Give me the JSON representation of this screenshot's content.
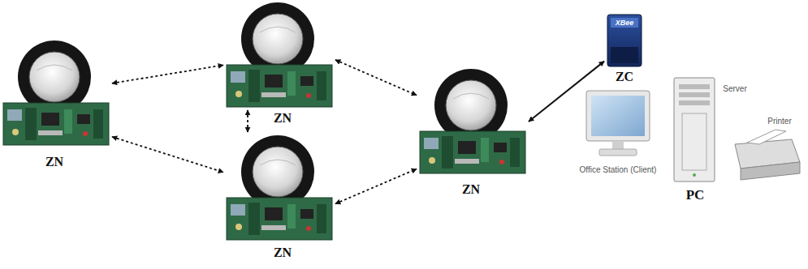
{
  "diagram": {
    "nodes": [
      {
        "text": [
          "ZN"
        ]
      },
      {
        "text": [
          "ZN"
        ]
      },
      {
        "text": [
          "ZN"
        ]
      },
      {
        "text": [
          "ZN"
        ]
      },
      {
        "text": [
          "ZC"
        ]
      }
    ],
    "edges": [
      {
        "from": 0,
        "to": 1,
        "arrow": "both"
      },
      {
        "from": 0,
        "to": 2,
        "arrow": "both"
      },
      {
        "from": 1,
        "to": 2,
        "arrow": "both"
      },
      {
        "from": 1,
        "to": 3,
        "arrow": "both"
      },
      {
        "from": 2,
        "to": 3,
        "arrow": "both"
      },
      {
        "from": 3,
        "to": 4,
        "arrow": "both"
      }
    ],
    "labels": [
      "XBee",
      "Office Station (Client)",
      "Server",
      "Printer",
      "PC"
    ]
  }
}
